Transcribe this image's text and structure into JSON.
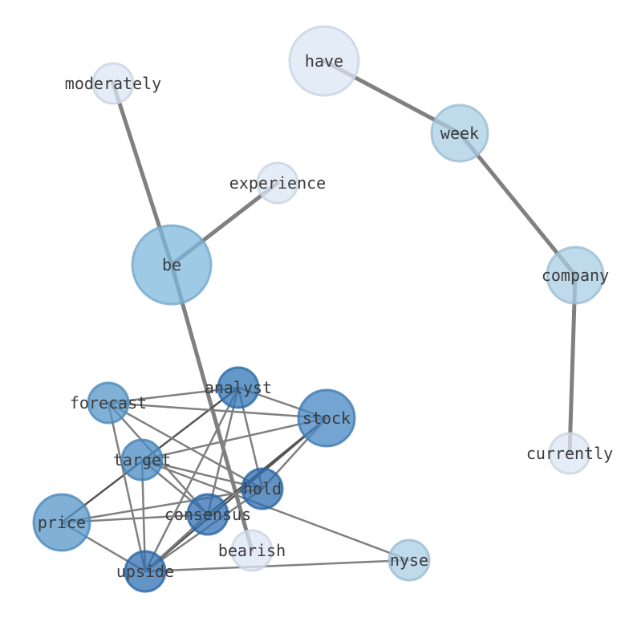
{
  "graph": {
    "nodes": [
      {
        "id": "have",
        "label": "have",
        "color": "#dbe6f5"
      },
      {
        "id": "moderately",
        "label": "moderately",
        "color": "#dbe6f5"
      },
      {
        "id": "week",
        "label": "week",
        "color": "#a9cde4"
      },
      {
        "id": "experience",
        "label": "experience",
        "color": "#dbe6f5"
      },
      {
        "id": "be",
        "label": "be",
        "color": "#7fb8dd"
      },
      {
        "id": "company",
        "label": "company",
        "color": "#a9cde4"
      },
      {
        "id": "analyst",
        "label": "analyst",
        "color": "#2f75b5"
      },
      {
        "id": "forecast",
        "label": "forecast",
        "color": "#5596c8"
      },
      {
        "id": "stock",
        "label": "stock",
        "color": "#4585c1"
      },
      {
        "id": "target",
        "label": "target",
        "color": "#4a8bc4"
      },
      {
        "id": "currently",
        "label": "currently",
        "color": "#dbe6f5"
      },
      {
        "id": "hold",
        "label": "hold",
        "color": "#2f6fb0"
      },
      {
        "id": "consensus",
        "label": "consensus",
        "color": "#2f70b2"
      },
      {
        "id": "price",
        "label": "price",
        "color": "#5596c8"
      },
      {
        "id": "bearish",
        "label": "bearish",
        "color": "#dbe6f5"
      },
      {
        "id": "nyse",
        "label": "nyse",
        "color": "#a9cde4"
      },
      {
        "id": "upside",
        "label": "upside",
        "color": "#2f70b2"
      }
    ],
    "edges": [
      {
        "from": "have",
        "to": "week"
      },
      {
        "from": "week",
        "to": "company"
      },
      {
        "from": "company",
        "to": "currently"
      },
      {
        "from": "moderately",
        "to": "be"
      },
      {
        "from": "experience",
        "to": "be"
      },
      {
        "from": "be",
        "to": "bearish"
      },
      {
        "from": "analyst",
        "to": "forecast"
      },
      {
        "from": "analyst",
        "to": "stock"
      },
      {
        "from": "analyst",
        "to": "hold"
      },
      {
        "from": "analyst",
        "to": "price"
      },
      {
        "from": "analyst",
        "to": "consensus"
      },
      {
        "from": "analyst",
        "to": "upside"
      },
      {
        "from": "forecast",
        "to": "stock"
      },
      {
        "from": "forecast",
        "to": "hold"
      },
      {
        "from": "forecast",
        "to": "consensus"
      },
      {
        "from": "forecast",
        "to": "upside"
      },
      {
        "from": "stock",
        "to": "target"
      },
      {
        "from": "stock",
        "to": "consensus"
      },
      {
        "from": "stock",
        "to": "upside"
      },
      {
        "from": "stock",
        "to": "hold"
      },
      {
        "from": "target",
        "to": "hold"
      },
      {
        "from": "target",
        "to": "consensus"
      },
      {
        "from": "target",
        "to": "upside"
      },
      {
        "from": "target",
        "to": "nyse"
      },
      {
        "from": "hold",
        "to": "price"
      },
      {
        "from": "hold",
        "to": "upside"
      },
      {
        "from": "consensus",
        "to": "price"
      },
      {
        "from": "consensus",
        "to": "upside"
      },
      {
        "from": "price",
        "to": "upside"
      },
      {
        "from": "upside",
        "to": "nyse"
      }
    ]
  }
}
